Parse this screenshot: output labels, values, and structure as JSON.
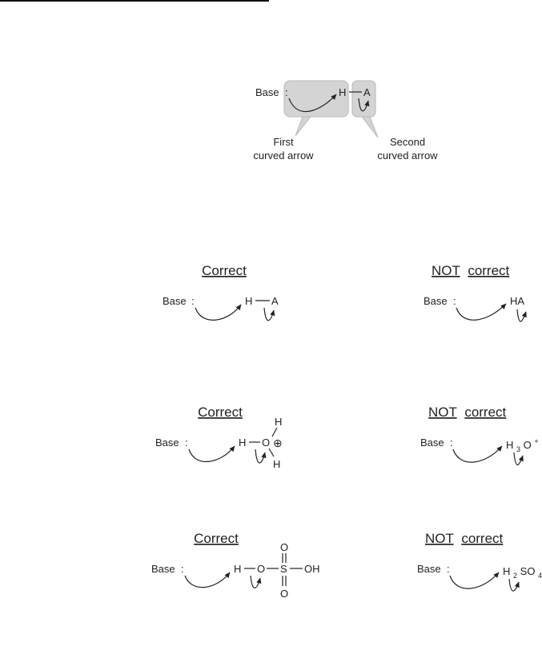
{
  "figure": {
    "top": {
      "base_label": "Base",
      "lone_pair": ":",
      "h_atom": "H",
      "a_atom": "A",
      "first_caption_line1": "First",
      "first_caption_line2": "curved arrow",
      "second_caption_line1": "Second",
      "second_caption_line2": "curved arrow",
      "highlight_color": "#d4d4d4"
    },
    "rows": [
      {
        "correct": {
          "heading": "Correct",
          "base_label": "Base",
          "lone_pair": ":",
          "h_atom": "H",
          "a_atom": "A"
        },
        "incorrect": {
          "heading_not": "NOT",
          "heading_rest": "correct",
          "base_label": "Base",
          "lone_pair": ":",
          "formula": "HA"
        }
      },
      {
        "correct": {
          "heading": "Correct",
          "base_label": "Base",
          "lone_pair": ":",
          "h_atom": "H",
          "o_atom": "O",
          "charge": "⊕",
          "top_h": "H",
          "bottom_h": "H"
        },
        "incorrect": {
          "heading_not": "NOT",
          "heading_rest": "correct",
          "base_label": "Base",
          "lone_pair": ":",
          "f_h": "H",
          "f_sub3": "3",
          "f_o": "O",
          "f_charge": "+"
        }
      },
      {
        "correct": {
          "heading": "Correct",
          "base_label": "Base",
          "lone_pair": ":",
          "h_atom": "H",
          "o_atom": "O",
          "s_atom": "S",
          "top_o": "O",
          "bottom_o": "O",
          "oh": "OH"
        },
        "incorrect": {
          "heading_not": "NOT",
          "heading_rest": "correct",
          "base_label": "Base",
          "lone_pair": ":",
          "f_h": "H",
          "f_sub2": "2",
          "f_so": "SO",
          "f_sub4": "4"
        }
      }
    ]
  }
}
